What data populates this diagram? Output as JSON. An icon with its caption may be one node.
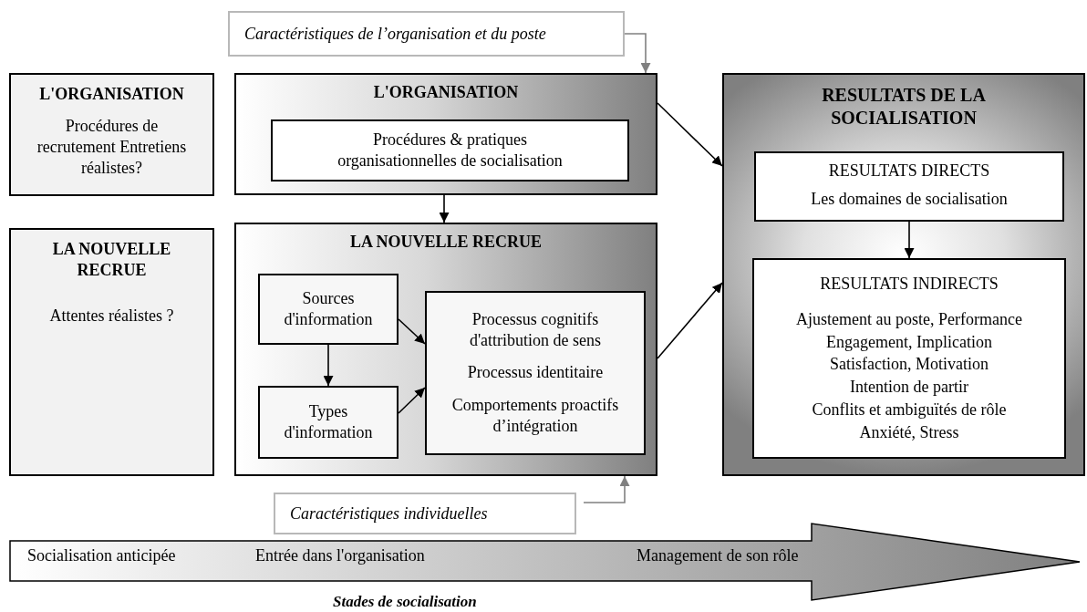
{
  "diagram": {
    "nodes": [
      {
        "text": [
          "L'ORGANISATION",
          "Procédures de recrutement Entretiens réalistes?"
        ]
      },
      {
        "text": [
          "LA NOUVELLE RECRUE",
          "Attentes réalistes ?"
        ]
      },
      {
        "text": [
          "Caractéristiques de l’organisation et du poste"
        ]
      },
      {
        "text": [
          "L'ORGANISATION"
        ]
      },
      {
        "text": [
          "Procédures & pratiques organisationnelles de socialisation"
        ],
        "in": 3
      },
      {
        "text": [
          "LA NOUVELLE RECRUE"
        ]
      },
      {
        "text": [
          "Sources d'information"
        ],
        "in": 5
      },
      {
        "text": [
          "Types d'information"
        ],
        "in": 5
      },
      {
        "text": [
          "Processus cognitifs d'attribution de sens",
          "Processus identitaire",
          "Comportements proactifs d’intégration"
        ],
        "in": 5
      },
      {
        "text": [
          "Caractéristiques individuelles"
        ]
      },
      {
        "text": [
          "RESULTATS DE LA SOCIALISATION"
        ]
      },
      {
        "text": [
          "RESULTATS DIRECTS",
          "Les domaines de socialisation"
        ],
        "in": 10
      },
      {
        "text": [
          "RESULTATS INDIRECTS",
          "Ajustement au poste, Performance",
          "Engagement, Implication",
          "Satisfaction, Motivation",
          "Intention de partir",
          "Conflits et ambiguïtés de rôle",
          "Anxiété, Stress"
        ],
        "in": 10
      },
      {
        "text": [
          "Socialisation anticipée",
          "Entrée dans l'organisation",
          "Management de son rôle"
        ],
        "beside": [
          "Stades de socialisation"
        ]
      }
    ],
    "edges": [
      {
        "from": 2,
        "to": 3,
        "arrow": "to",
        "color": "#808080"
      },
      {
        "from": 3,
        "to": 10,
        "arrow": "to"
      },
      {
        "from": 3,
        "to": 5,
        "arrow": "to"
      },
      {
        "from": 6,
        "to": 7,
        "arrow": "to"
      },
      {
        "from": 6,
        "to": 8,
        "arrow": "to"
      },
      {
        "from": 7,
        "to": 8,
        "arrow": "to"
      },
      {
        "from": 5,
        "to": 10,
        "arrow": "to"
      },
      {
        "from": 9,
        "to": 5,
        "arrow": "to",
        "color": "#808080"
      },
      {
        "from": 11,
        "to": 12,
        "arrow": "to"
      }
    ]
  }
}
